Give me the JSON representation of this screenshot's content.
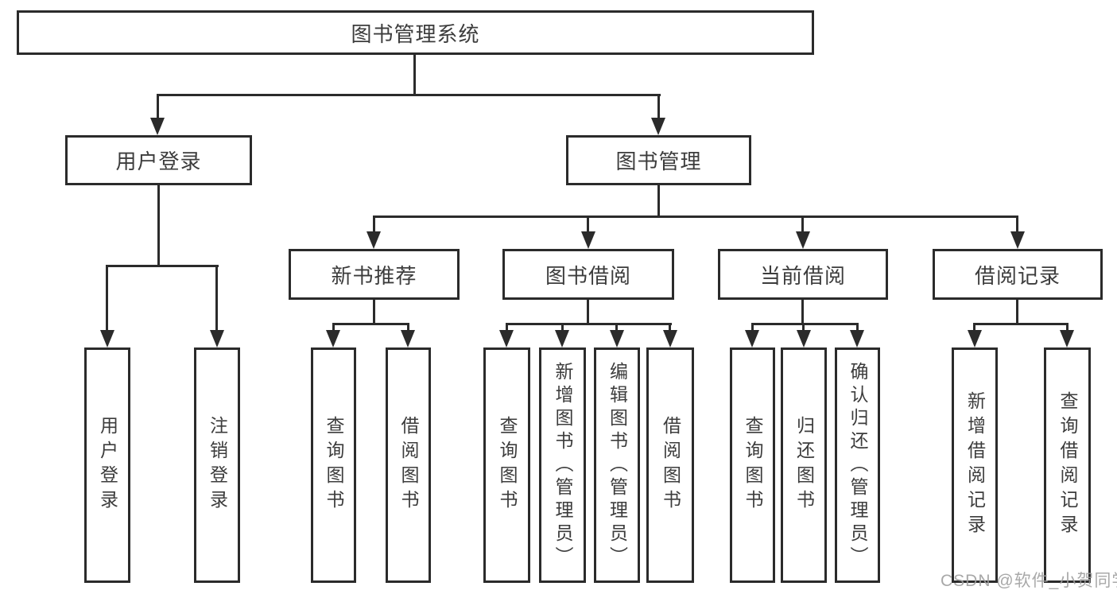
{
  "diagram": {
    "type": "hierarchy-tree",
    "colors": {
      "line": "#2b2b2b",
      "box_border": "#2b2b2b",
      "box_fill": "#ffffff",
      "text": "#3c3c3c",
      "watermark": "#9e9e9e",
      "background": "#ffffff"
    },
    "tree": {
      "label": "图书管理系统",
      "children": [
        {
          "label": "用户登录",
          "children": [
            {
              "label": "用户登录"
            },
            {
              "label": "注销登录"
            }
          ]
        },
        {
          "label": "图书管理",
          "children": [
            {
              "label": "新书推荐",
              "children": [
                {
                  "label": "查询图书"
                },
                {
                  "label": "借阅图书"
                }
              ]
            },
            {
              "label": "图书借阅",
              "children": [
                {
                  "label": "查询图书"
                },
                {
                  "label": "新增图书（管理员）"
                },
                {
                  "label": "编辑图书（管理员）"
                },
                {
                  "label": "借阅图书"
                }
              ]
            },
            {
              "label": "当前借阅",
              "children": [
                {
                  "label": "查询图书"
                },
                {
                  "label": "归还图书"
                },
                {
                  "label": "确认归还（管理员）"
                }
              ]
            },
            {
              "label": "借阅记录",
              "children": [
                {
                  "label": "新增借阅记录"
                },
                {
                  "label": "查询借阅记录"
                }
              ]
            }
          ]
        }
      ]
    },
    "watermark": {
      "text": "CSDN @软件_小贺同学"
    }
  }
}
